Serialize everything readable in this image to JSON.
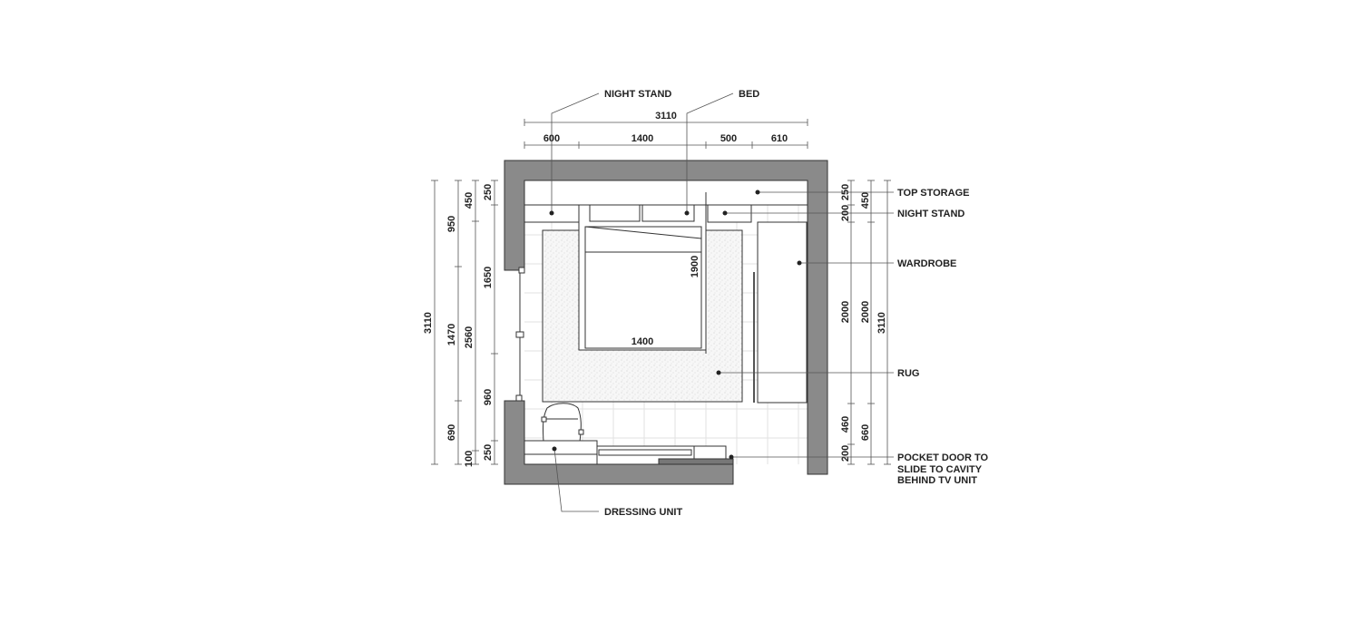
{
  "labels": {
    "night_stand_top": "NIGHT STAND",
    "bed": "BED",
    "top_storage": "TOP STORAGE",
    "night_stand_right": "NIGHT STAND",
    "wardrobe": "WARDROBE",
    "rug": "RUG",
    "pocket_door": [
      "POCKET DOOR TO",
      "SLIDE TO CAVITY",
      "BEHIND TV UNIT"
    ],
    "dressing_unit": "DRESSING UNIT"
  },
  "dimensions": {
    "top_total": "3110",
    "top_segments": [
      "600",
      "1400",
      "500",
      "610"
    ],
    "left_outer_total": "3110",
    "left_col2": [
      "950",
      "1470",
      "690"
    ],
    "left_col3": [
      "450",
      "2560",
      "100"
    ],
    "left_col4": [
      "250",
      "1650",
      "960",
      "250"
    ],
    "right_col1": [
      "250",
      "200",
      "2000",
      "460",
      "200"
    ],
    "right_col2": [
      "450",
      "2000",
      "660"
    ],
    "right_total": "3110",
    "bed_length": "1900",
    "bed_width": "1400"
  }
}
